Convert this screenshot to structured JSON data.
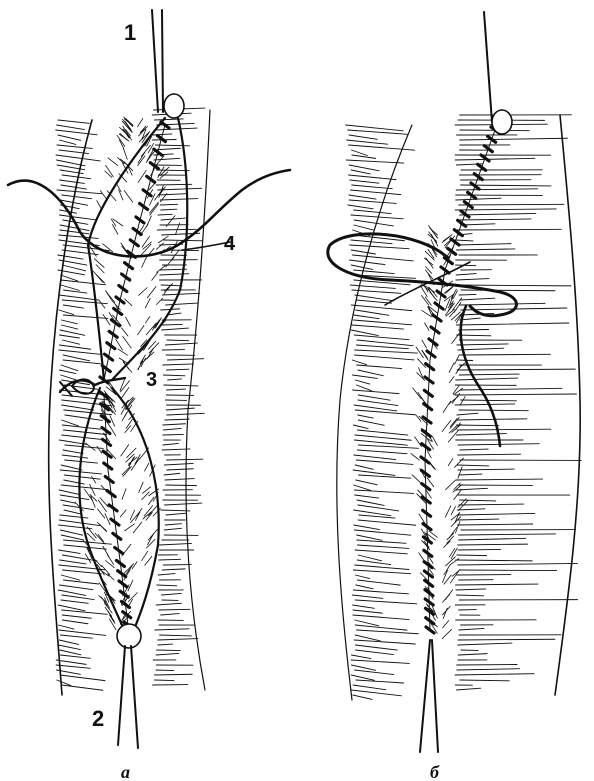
{
  "labels": {
    "thread_1": "1",
    "thread_2": "2",
    "knot_3": "3",
    "suture_4": "4"
  },
  "captions": {
    "left": "а",
    "right": "б"
  },
  "colors": {
    "ink": "#111111",
    "background": "#ffffff"
  }
}
